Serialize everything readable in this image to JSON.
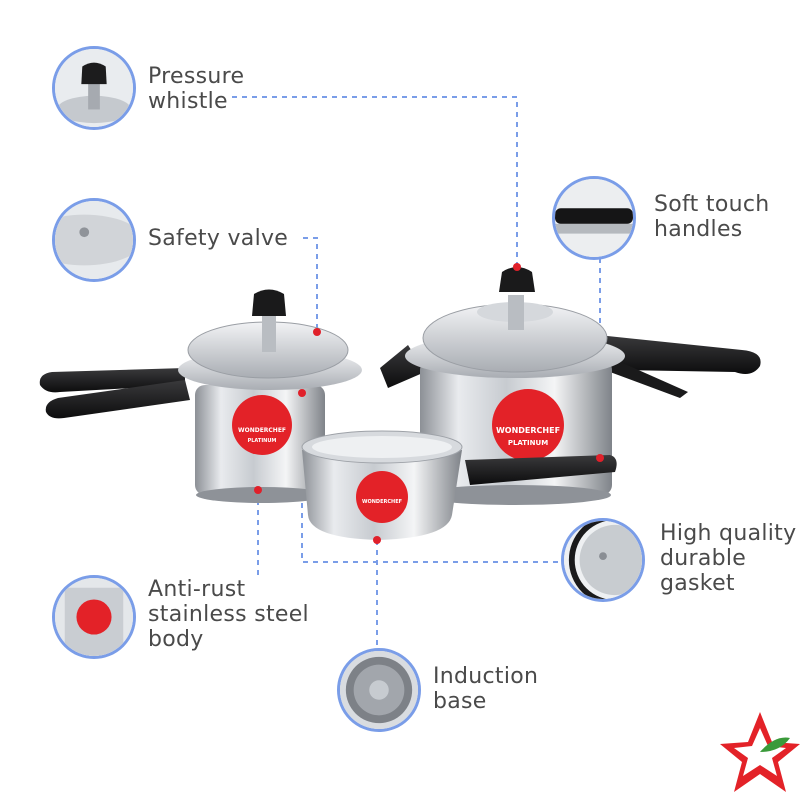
{
  "callouts": {
    "pressure_whistle": {
      "line1": "Pressure",
      "line2": "whistle"
    },
    "safety_valve": {
      "line1": "Safety valve"
    },
    "soft_touch": {
      "line1": "Soft touch",
      "line2": "handles"
    },
    "gasket": {
      "line1": "High quality",
      "line2": "durable",
      "line3": "gasket"
    },
    "body": {
      "line1": "Anti-rust",
      "line2": "stainless steel",
      "line3": "body"
    },
    "induction": {
      "line1": "Induction",
      "line2": "base"
    }
  },
  "brand": {
    "name": "WONDERCHEF",
    "series": "PLATINUM"
  },
  "colors": {
    "accent_line": "#7a9de8",
    "dot": "#e0202a",
    "label_red": "#e32228",
    "text": "#4a4a4a",
    "logo_green": "#3a9a3a"
  }
}
